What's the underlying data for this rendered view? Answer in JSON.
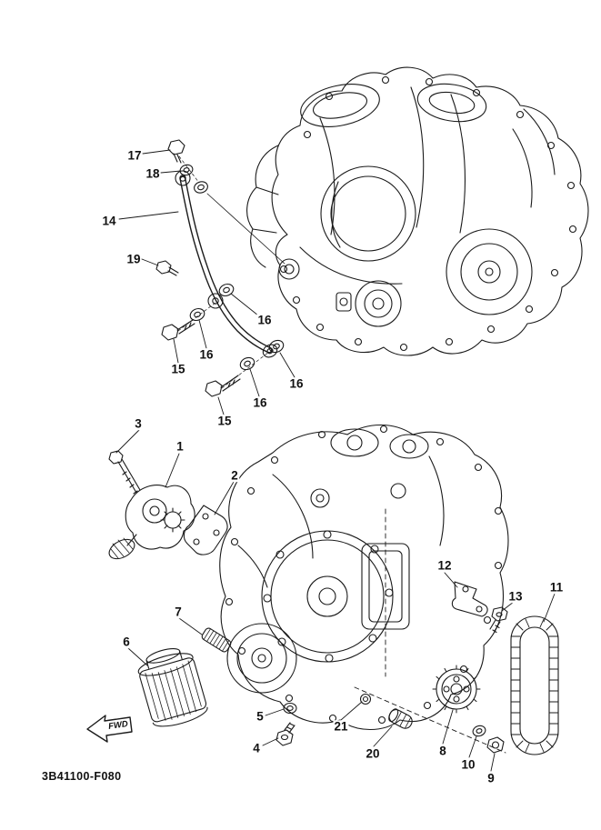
{
  "page": {
    "colors": {
      "ink": "#1a1a1a",
      "background": "#ffffff"
    }
  },
  "diagram": {
    "code": "3B41100-F080",
    "fwd_label": "FWD",
    "callouts": [
      {
        "n": "17"
      },
      {
        "n": "18"
      },
      {
        "n": "14"
      },
      {
        "n": "19"
      },
      {
        "n": "16"
      },
      {
        "n": "15"
      },
      {
        "n": "16"
      },
      {
        "n": "16"
      },
      {
        "n": "16"
      },
      {
        "n": "15"
      },
      {
        "n": "3"
      },
      {
        "n": "1"
      },
      {
        "n": "2"
      },
      {
        "n": "12"
      },
      {
        "n": "13"
      },
      {
        "n": "11"
      },
      {
        "n": "7"
      },
      {
        "n": "6"
      },
      {
        "n": "5"
      },
      {
        "n": "4"
      },
      {
        "n": "21"
      },
      {
        "n": "20"
      },
      {
        "n": "8"
      },
      {
        "n": "10"
      },
      {
        "n": "9"
      }
    ]
  }
}
